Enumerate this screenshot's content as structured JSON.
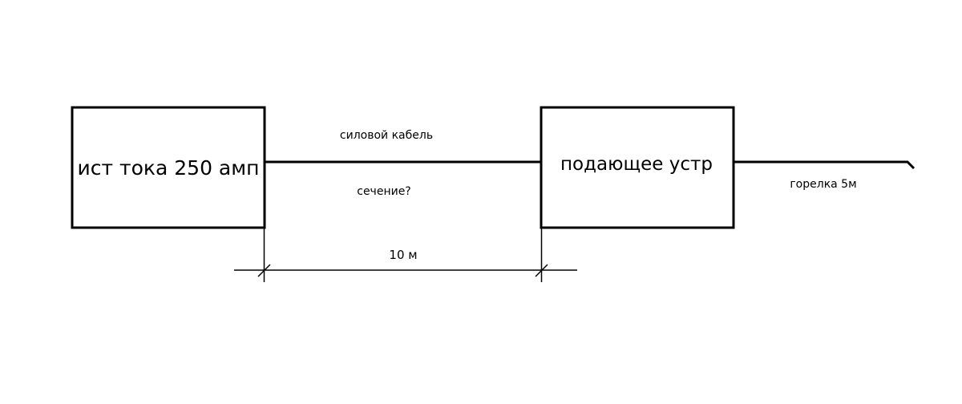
{
  "diagram": {
    "source_box": {
      "label": "ист тока 250 амп"
    },
    "feeder_box": {
      "label": "подающее устр"
    },
    "cable": {
      "label_top": "силовой кабель",
      "label_bottom": "сечение?"
    },
    "torch": {
      "label": "горелка 5м"
    },
    "dimension": {
      "label": "10 м"
    },
    "colors": {
      "stroke": "#000000",
      "background": "#ffffff"
    }
  }
}
